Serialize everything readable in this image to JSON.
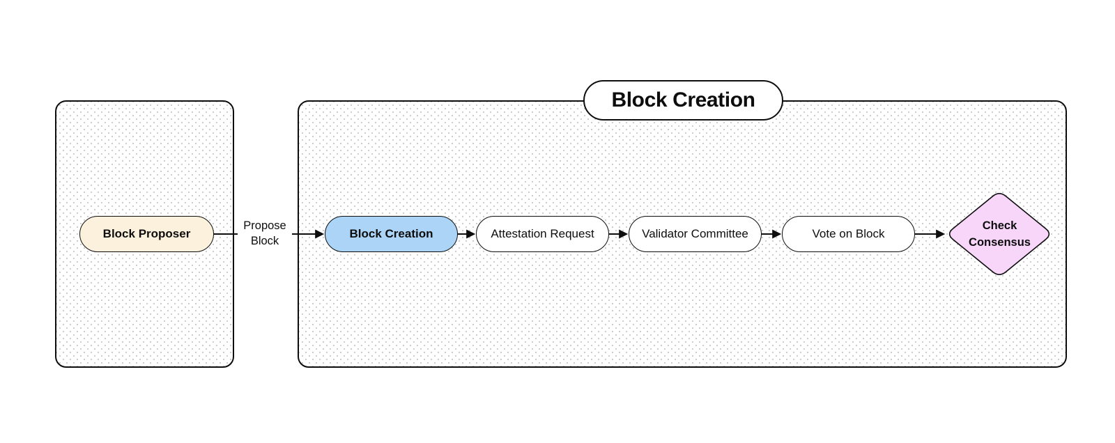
{
  "cluster_title": {
    "label": "Block Creation"
  },
  "nodes": {
    "block_proposer": {
      "label": "Block Proposer",
      "shape": "pill",
      "fill": "#fcf1dc"
    },
    "block_creation": {
      "label": "Block Creation",
      "shape": "pill",
      "fill": "#abd4f6"
    },
    "attestation_request": {
      "label": "Attestation Request",
      "shape": "pill",
      "fill": "#ffffff"
    },
    "validator_committee": {
      "label": "Validator Committee",
      "shape": "pill",
      "fill": "#ffffff"
    },
    "vote_on_block": {
      "label": "Vote on Block",
      "shape": "pill",
      "fill": "#ffffff"
    },
    "check_consensus": {
      "line1": "Check",
      "line2": "Consensus",
      "shape": "diamond",
      "fill": "#f8d6fa"
    }
  },
  "edges": [
    {
      "from": "Block Proposer",
      "to": "Block Creation",
      "label": "Propose Block"
    },
    {
      "from": "Block Creation",
      "to": "Attestation Request"
    },
    {
      "from": "Attestation Request",
      "to": "Validator Committee"
    },
    {
      "from": "Validator Committee",
      "to": "Vote on Block"
    },
    {
      "from": "Vote on Block",
      "to": "Check Consensus"
    }
  ],
  "colors": {
    "border": "#0d0d0d",
    "proposer_fill": "#fcf1dc",
    "creation_fill": "#abd4f6",
    "consensus_fill": "#f8d6fa",
    "pattern_dot": "#cdcdcd",
    "white_fill": "#ffffff"
  }
}
